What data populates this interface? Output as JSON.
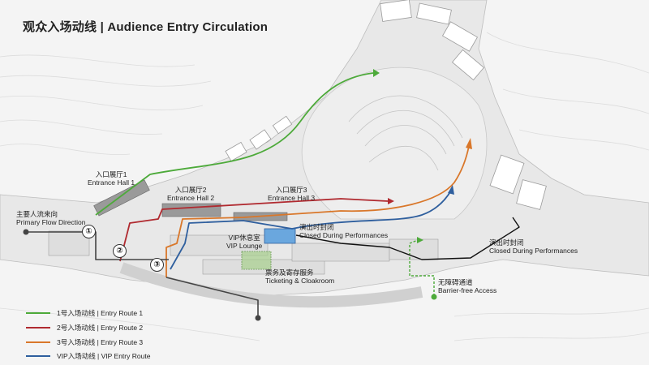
{
  "title": "观众入场动线 | Audience Entry Circulation",
  "colors": {
    "route1": "#4daa3a",
    "route2": "#b02a30",
    "route3": "#d9772a",
    "vip": "#2f5f9e",
    "primary": "#444444",
    "closed": "#111111",
    "barrier_free": "#4daa3a",
    "vip_lounge_fill": "#6aa7de",
    "ticketing_fill": "#a8d08d"
  },
  "labels": {
    "hall1_cn": "入口展厅1",
    "hall1_en": "Entrance Hall 1",
    "hall2_cn": "入口展厅2",
    "hall2_en": "Entrance Hall 2",
    "hall3_cn": "入口展厅3",
    "hall3_en": "Entrance Hall 3",
    "flow_cn": "主要人流来向",
    "flow_en": "Primary Flow Direction",
    "vip_cn": "VIP休息室",
    "vip_en": "VIP Lounge",
    "ticket_cn": "票务及寄存服务",
    "ticket_en": "Ticketing & Cloakroom",
    "closed_cn": "演出时封闭",
    "closed_en": "Closed During Performances",
    "closed2_cn": "演出时封闭",
    "closed2_en": "Closed During Performances",
    "bf_cn": "无障碍通道",
    "bf_en": "Barrier-free Access"
  },
  "route_numbers": [
    "①",
    "②",
    "③"
  ],
  "legend": [
    {
      "label": "1号入场动线 | Entry Route 1",
      "color": "#4daa3a"
    },
    {
      "label": "2号入场动线 | Entry Route 2",
      "color": "#b02a30"
    },
    {
      "label": "3号入场动线 | Entry Route 3",
      "color": "#d9772a"
    },
    {
      "label": "VIP入场动线 | VIP Entry Route",
      "color": "#2f5f9e"
    }
  ]
}
